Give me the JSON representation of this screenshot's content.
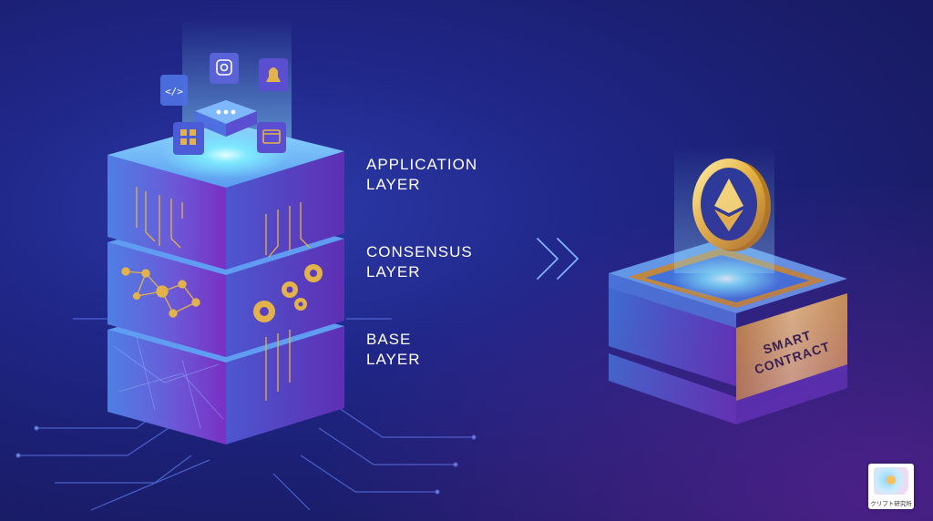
{
  "labels": {
    "application": [
      "APPLICATION",
      "LAYER"
    ],
    "consensus": [
      "CONSENSUS",
      "LAYER"
    ],
    "base": [
      "BASE",
      "LAYER"
    ]
  },
  "contract": {
    "line1": "SMART",
    "line2": "CONTRACT"
  },
  "badge": {
    "caption": "クリプト研究所"
  },
  "colors": {
    "background": "#1f2687",
    "block_blue": "#4a7fe0",
    "block_purple": "#6a2bb8",
    "gold": "#e4b24a",
    "glow_cyan": "#7ef0ff"
  },
  "icons": [
    "code-icon",
    "camera-icon",
    "bell-icon",
    "dots-icon",
    "grid-icon",
    "browser-icon",
    "ethereum-icon"
  ]
}
